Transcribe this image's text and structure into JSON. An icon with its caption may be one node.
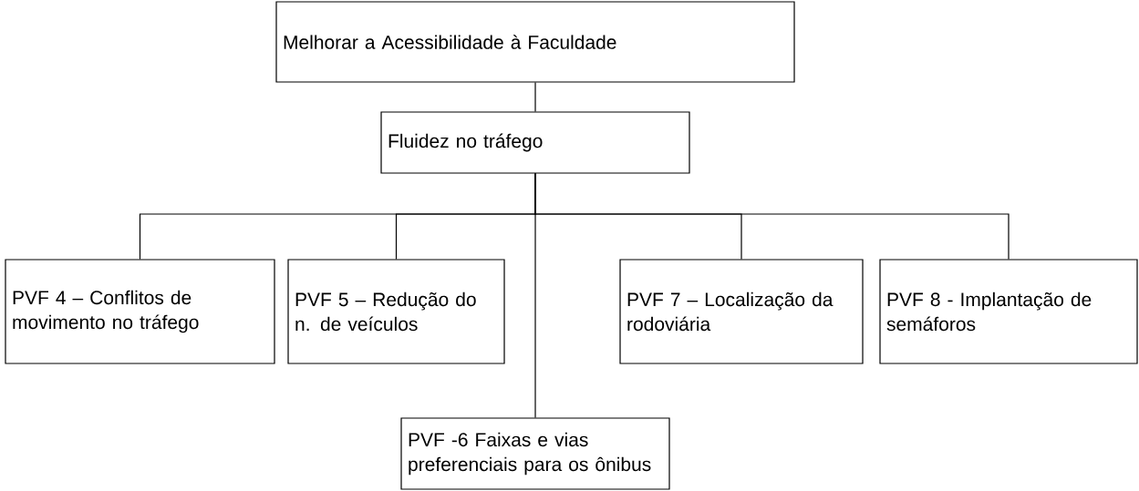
{
  "diagram": {
    "nodes": [
      {
        "text": [
          "Melhorar a Acessibilidade à Faculdade"
        ]
      },
      {
        "text": [
          "Fluidez no tráfego"
        ]
      },
      {
        "text": [
          "PVF 4 – Conflitos de movimento no tráfego"
        ]
      },
      {
        "text": [
          "PVF 5 – Redução do n. de veículos"
        ]
      },
      {
        "text": [
          "PVF 7 – Localização da rodoviária"
        ]
      },
      {
        "text": [
          "PVF 8 - Implantação de semáforos"
        ]
      },
      {
        "text": [
          "PVF -6 Faixas e vias preferenciais para os ônibus"
        ]
      }
    ],
    "edges": [
      {
        "from": 0,
        "to": 1,
        "arrow": "none"
      },
      {
        "from": 1,
        "to": 2,
        "arrow": "none"
      },
      {
        "from": 1,
        "to": 3,
        "arrow": "none"
      },
      {
        "from": 1,
        "to": 4,
        "arrow": "none"
      },
      {
        "from": 1,
        "to": 5,
        "arrow": "none"
      },
      {
        "from": 1,
        "to": 6,
        "arrow": "none"
      }
    ]
  }
}
